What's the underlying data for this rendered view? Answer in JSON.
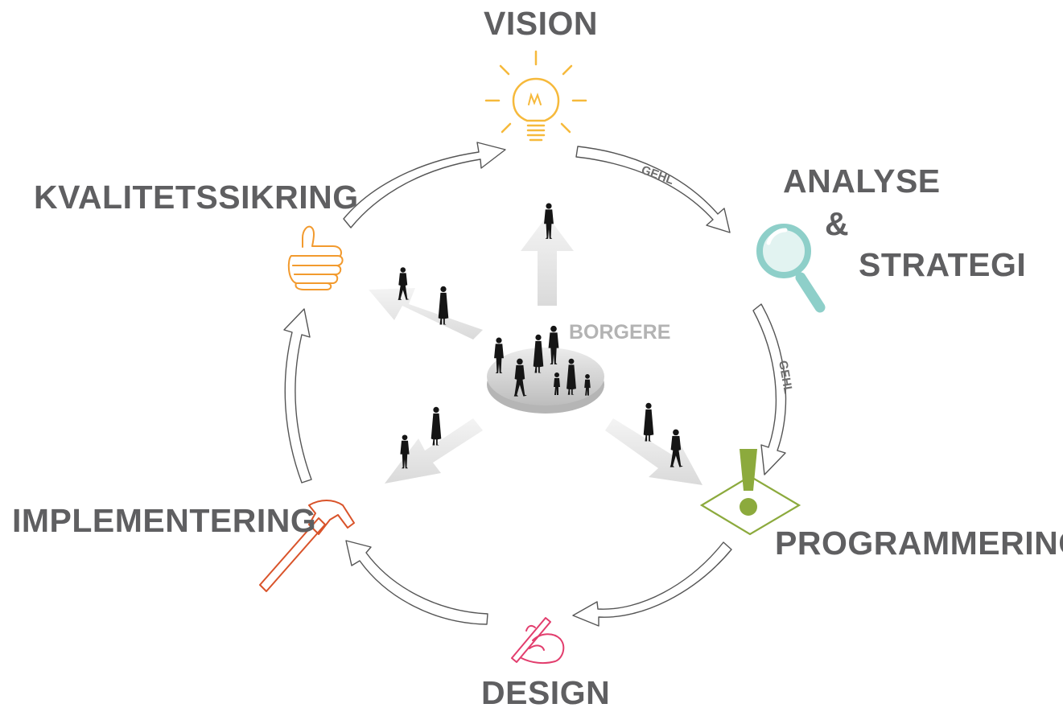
{
  "stages": {
    "vision": "VISION",
    "analyse": "ANALYSE",
    "ampersand": "&",
    "strategi": "STRATEGI",
    "programmering": "PROGRAMMERING",
    "design": "DESIGN",
    "implementering": "IMPLEMENTERING",
    "kvalitetssikring": "KVALITETSSIKRING"
  },
  "center": {
    "label": "BORGERE"
  },
  "arrow_notes": {
    "gehl_1": "GEHL",
    "gehl_2": "GEHL"
  },
  "colors": {
    "label": "#5f5f61",
    "vision_icon": "#f6b93b",
    "analyse_icon": "#8ecfc9",
    "programmering_icon": "#8caa3d",
    "design_icon": "#e23d6d",
    "implementering_icon": "#d9532a",
    "kvalitetssikring_icon": "#f29a2e",
    "center_label": "#b3b3b3"
  },
  "icons": {
    "vision": "lightbulb-icon",
    "analyse": "magnifier-icon",
    "programmering": "exclamation-icon",
    "design": "hand-pen-icon",
    "implementering": "hammer-icon",
    "kvalitetssikring": "thumbs-up-icon"
  }
}
